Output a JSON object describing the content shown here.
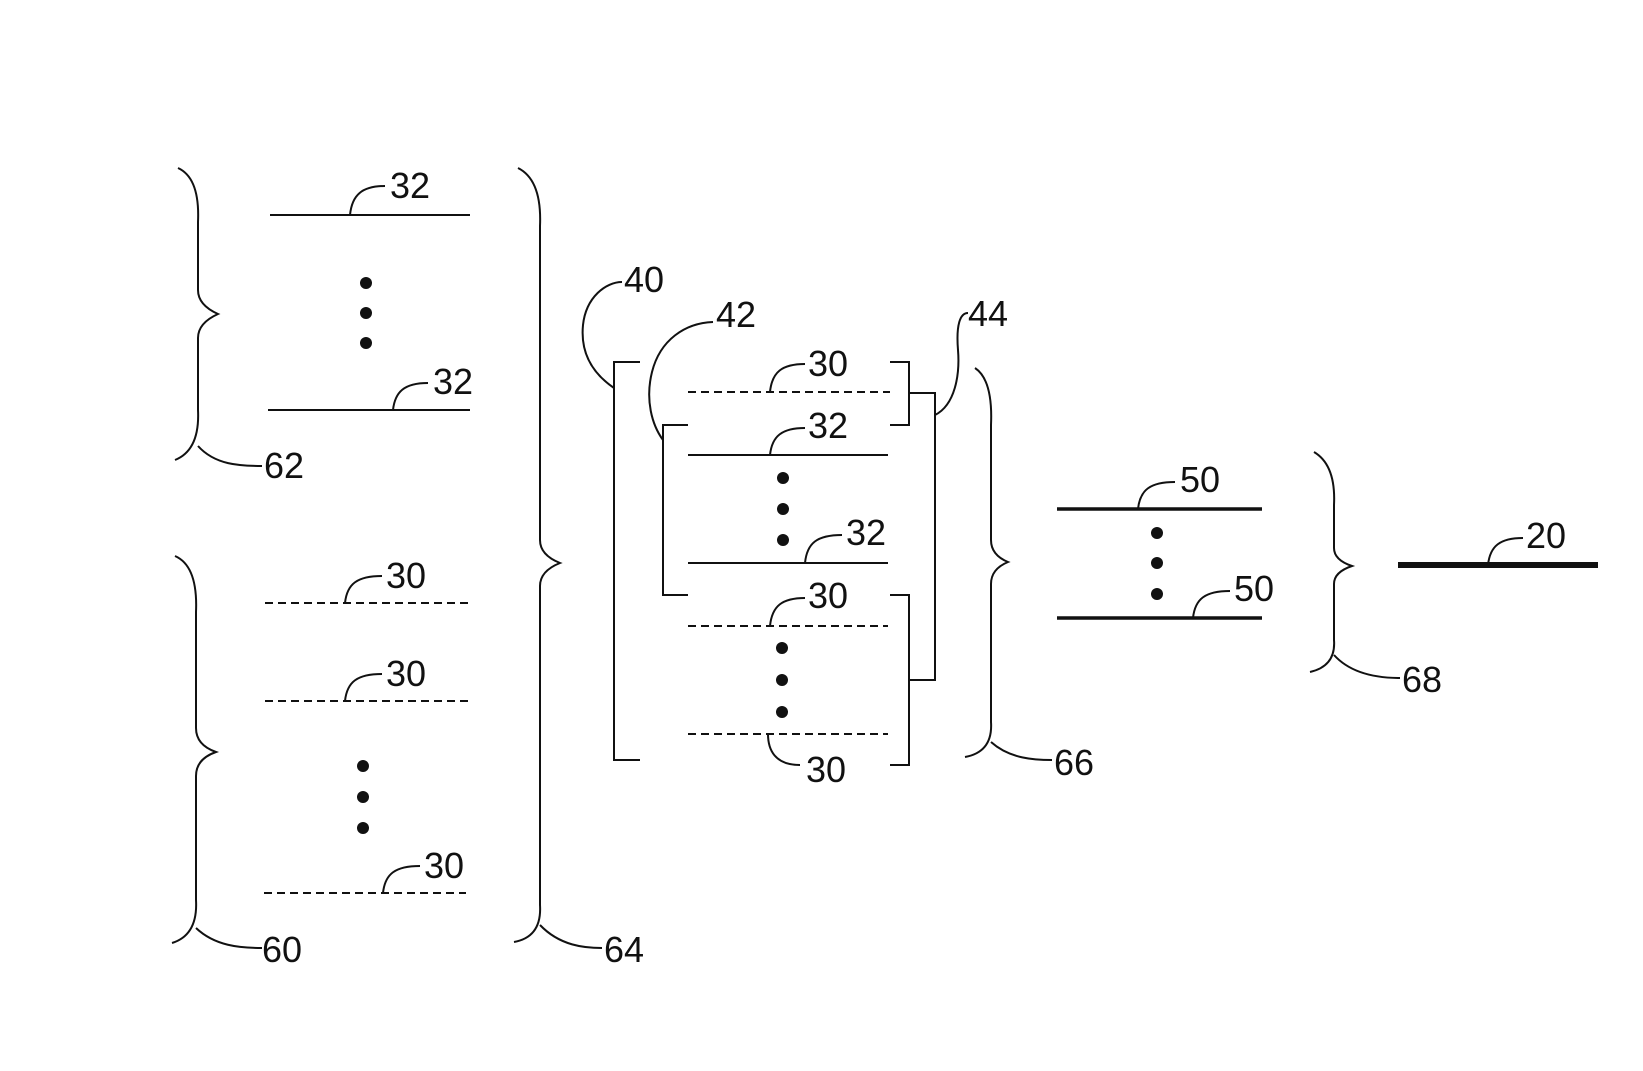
{
  "diagram": {
    "labels": {
      "l32_a": "32",
      "l32_b": "32",
      "l62": "62",
      "l30_a": "30",
      "l30_b": "30",
      "l30_c": "30",
      "l60": "60",
      "l64": "64",
      "l40": "40",
      "l42": "42",
      "l44": "44",
      "l30_d": "30",
      "l32_c": "32",
      "l32_d": "32",
      "l30_e": "30",
      "l30_f": "30",
      "l66": "66",
      "l50_a": "50",
      "l50_b": "50",
      "l68": "68",
      "l20": "20"
    }
  }
}
